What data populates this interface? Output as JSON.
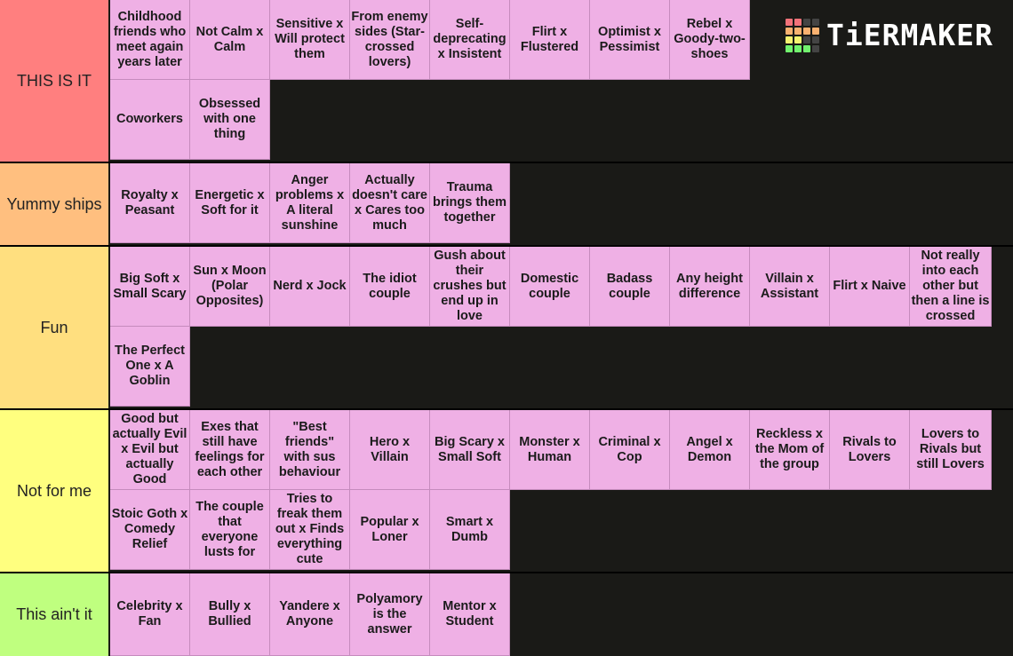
{
  "logo": {
    "text": "TiERMAKER",
    "grid_colors": [
      "#f2727a",
      "#f2727a",
      "#444444",
      "#444444",
      "#f9b170",
      "#f9b170",
      "#f9b170",
      "#f9b170",
      "#f5f270",
      "#f5f270",
      "#444444",
      "#444444",
      "#72f26e",
      "#72f26e",
      "#72f26e",
      "#444444"
    ]
  },
  "tiers": [
    {
      "label": "THIS IS IT",
      "color": "#ff7f7f",
      "items": [
        "Childhood friends who meet again years later",
        "Not Calm x Calm",
        "Sensitive x Will protect them",
        "From enemy sides (Star-crossed lovers)",
        "Self-deprecating x Insistent",
        "Flirt x Flustered",
        "Optimist x Pessimist",
        "Rebel x Goody-two-shoes",
        "Coworkers",
        "Obsessed with one thing"
      ]
    },
    {
      "label": "Yummy ships",
      "color": "#ffbf7f",
      "items": [
        "Royalty x Peasant",
        "Energetic x Soft for it",
        "Anger problems x A literal sunshine",
        "Actually doesn't care x Cares too much",
        "Trauma brings them together"
      ]
    },
    {
      "label": "Fun",
      "color": "#ffdf7f",
      "items": [
        "Big Soft x Small Scary",
        "Sun x Moon (Polar Opposites)",
        "Nerd x Jock",
        "The idiot couple",
        "Gush about their crushes but end up in love",
        "Domestic couple",
        "Badass couple",
        "Any height difference",
        "Villain x Assistant",
        "Flirt x Naive",
        "Not really into each other but then a line is crossed",
        "The Perfect One x A Goblin"
      ]
    },
    {
      "label": "Not for me",
      "color": "#ffff7f",
      "items": [
        "Good but actually Evil x Evil but actually Good",
        "Exes that still have feelings for each other",
        "\"Best friends\" with sus behaviour",
        "Hero x Villain",
        "Big Scary x Small Soft",
        "Monster x Human",
        "Criminal x Cop",
        "Angel x Demon",
        "Reckless x the Mom of the group",
        "Rivals to Lovers",
        "Lovers to Rivals but still Lovers",
        "Stoic Goth x Comedy Relief",
        "The couple that everyone lusts for",
        "Tries to freak them out x Finds everything cute",
        "Popular x Loner",
        "Smart x Dumb"
      ]
    },
    {
      "label": "This ain't it",
      "color": "#bfff7f",
      "items": [
        "Celebrity x Fan",
        "Bully x Bullied",
        "Yandere x Anyone",
        "Polyamory is the answer",
        "Mentor x Student"
      ]
    }
  ]
}
